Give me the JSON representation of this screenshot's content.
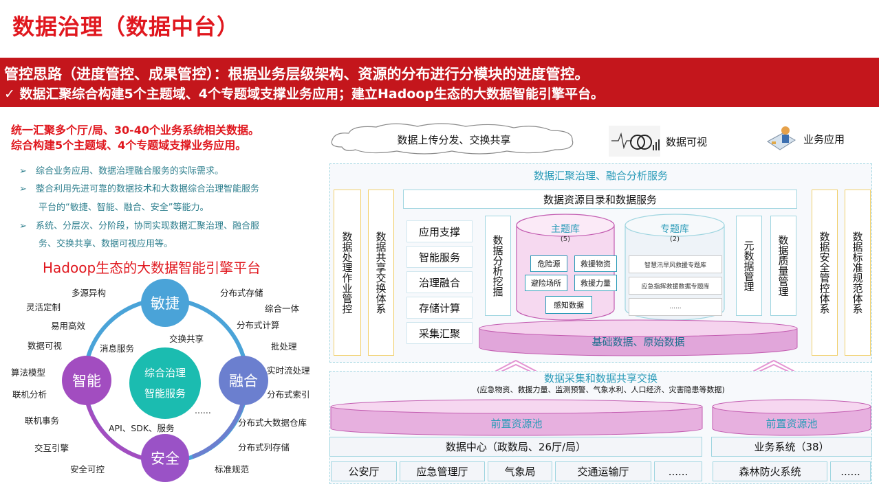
{
  "page_title": "数据治理（数据中台）",
  "banner": {
    "line1": "管控思路（进度管控、成果管控）：根据业务层级架构、资源的分布进行分模块的进度管控。",
    "line2": "✓  数据汇聚综合构建5个主题域、4个专题域支撑业务应用；建立Hadoop生态的大数据智能引擎平台。"
  },
  "intro": {
    "line1": "统一汇聚多个厅/局、30-40个业务系统相关数据。",
    "line2": "综合构建5个主题域、4个专题域支撑业务应用。"
  },
  "bullets": [
    {
      "arrow": "➢",
      "text": "综合业务应用、数据治理融合服务的实际需求。",
      "cont": ""
    },
    {
      "arrow": "➢",
      "text": "整合利用先进可靠的数据技术和大数据综合治理智能服务",
      "cont": "平台的“敏捷、智能、融合、安全”等能力。"
    },
    {
      "arrow": "➢",
      "text": "系统、分层次、分阶段，协同实现数据汇聚治理、融合服",
      "cont": "务、交换共享、数据可视应用等。"
    }
  ],
  "engine": {
    "title": "Hadoop生态的大数据智能引擎平台",
    "nodes": {
      "top": "敏捷",
      "right": "融合",
      "bottom": "安全",
      "left": "智能"
    },
    "center": {
      "line1": "综合治理",
      "line2": "智能服务"
    },
    "inner_labels": {
      "exchange": "交换共享",
      "message": "消息服务",
      "api": "API、SDK、服务",
      "dots": "......"
    },
    "labels": [
      {
        "key": "multi_source",
        "text": "多源异构"
      },
      {
        "key": "flex_custom",
        "text": "灵活定制"
      },
      {
        "key": "easy_eff",
        "text": "易用高效"
      },
      {
        "key": "data_vis",
        "text": "数据可视"
      },
      {
        "key": "algo",
        "text": "算法模型"
      },
      {
        "key": "online_analysis",
        "text": "联机分析"
      },
      {
        "key": "online_tx",
        "text": "联机事务"
      },
      {
        "key": "interact",
        "text": "交互引擎"
      },
      {
        "key": "secure",
        "text": "安全可控"
      },
      {
        "key": "dist_store",
        "text": "分布式存储"
      },
      {
        "key": "integrated",
        "text": "综合一体"
      },
      {
        "key": "dist_compute",
        "text": "分布式计算"
      },
      {
        "key": "batch",
        "text": "批处理"
      },
      {
        "key": "realtime",
        "text": "实时流处理"
      },
      {
        "key": "dist_index",
        "text": "分布式索引"
      },
      {
        "key": "dist_warehouse",
        "text": "分布式大数据仓库"
      },
      {
        "key": "dist_column",
        "text": "分布式列存储"
      },
      {
        "key": "std",
        "text": "标准规范"
      }
    ]
  },
  "arch": {
    "cloud": "数据上传分发、交换共享",
    "vis_label": "数据可视",
    "biz_label": "业务应用",
    "fusion_title": "数据汇聚治理、融合分析服务",
    "catalog": "数据资源目录和数据服务",
    "left_vertical": [
      "数据处理作业管控",
      "数据共享交换体系"
    ],
    "right_vertical": [
      "数据安全管控体系",
      "数据标准规范体系"
    ],
    "stack": [
      "应用支撑",
      "智能服务",
      "治理融合",
      "存储计算",
      "采集汇聚"
    ],
    "analysis": "数据分析挖掘",
    "theme": {
      "title": "主题库",
      "count": "(5)",
      "cells": [
        "危险源",
        "救援物资",
        "避险场所",
        "救援力量",
        "感知数据"
      ]
    },
    "topic": {
      "title": "专题库",
      "count": "(2)",
      "cells": [
        "智慧汛旱风救援专题库",
        "应急指挥救援数据专题库",
        "......"
      ]
    },
    "meta": "元数据管理",
    "quality": "数据质量管理",
    "base": "基础数据、原始数据",
    "collect_title": "数据采集和数据共享交换",
    "collect_sub": "(应急物资、救援力量、监测预警、气象水利、人口经济、灾害隐患等数据)",
    "pool_left": "前置资源池",
    "pool_right": "前置资源池",
    "data_center": "数据中心（政数局、26厅/局）",
    "biz_system": "业务系统（38）",
    "depts": [
      "公安厅",
      "应急管理厅",
      "气象局",
      "交通运输厅",
      "......"
    ],
    "biz_depts": [
      "森林防火系统",
      "......"
    ]
  },
  "colors": {
    "red": "#e0171e",
    "banner": "#c4161c",
    "teal": "#2a9bb8",
    "pink": "#e394d2",
    "agile": "#4aa3d8",
    "fusion": "#6b7fcf",
    "smart": "#a24dc0",
    "safe": "#9a52c6",
    "center": "#1bbcb0"
  }
}
